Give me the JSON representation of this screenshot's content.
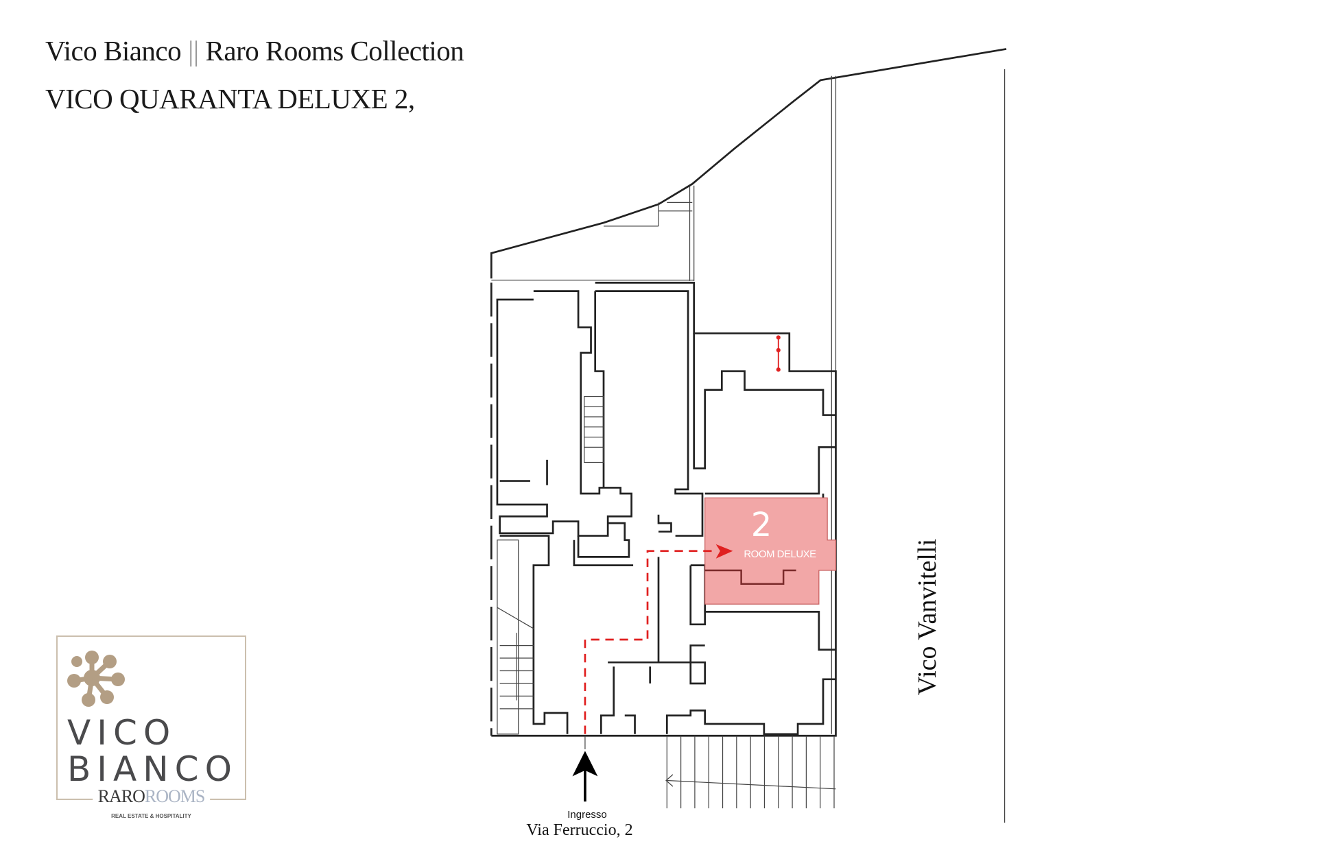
{
  "header": {
    "title_left": "Vico Bianco",
    "separator": "||",
    "title_right": "Raro Rooms Collection",
    "subtitle": "VICO QUARANTA DELUXE 2,"
  },
  "room": {
    "number": "2",
    "label": "ROOM DELUXE",
    "highlight_color": "#f2a7a7"
  },
  "path_color": "#e02020",
  "entrance": {
    "label": "Ingresso",
    "street": "Via  Ferruccio, 2"
  },
  "side_street": "Vico Vanvitelli",
  "logo": {
    "line1": "VICO",
    "line2": "BIANCO",
    "brand_a": "RARO",
    "brand_b": "ROOMS",
    "tagline": "REAL ESTATE & HOSPITALITY",
    "accent_color": "#b39e84"
  }
}
